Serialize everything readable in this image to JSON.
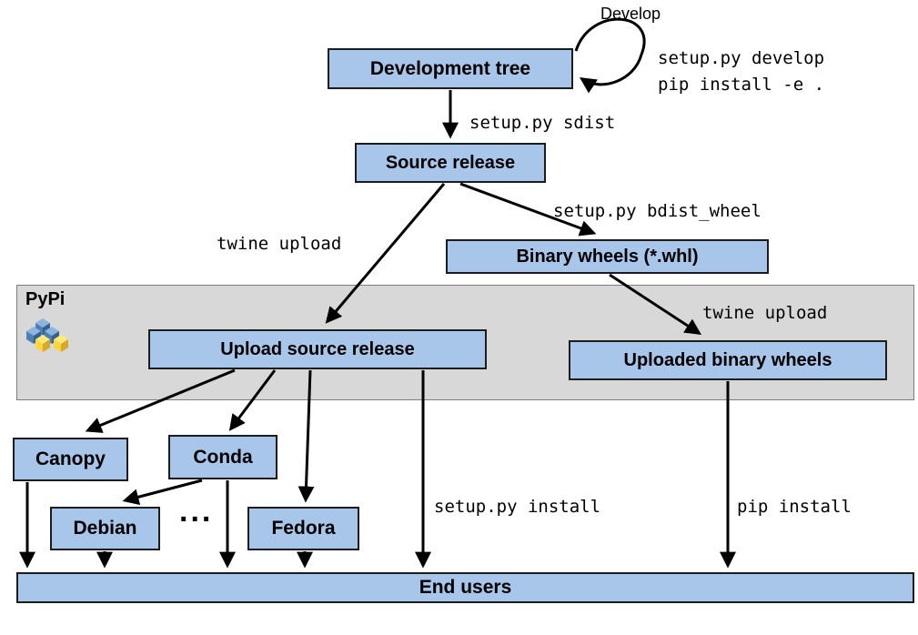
{
  "nodes": {
    "development_tree": "Development tree",
    "source_release": "Source release",
    "binary_wheels": "Binary wheels (*.whl)",
    "upload_source_release": "Upload source release",
    "uploaded_binary_wheels": "Uploaded binary wheels",
    "canopy": "Canopy",
    "conda": "Conda",
    "debian": "Debian",
    "fedora": "Fedora",
    "end_users": "End users",
    "ellipsis": "..."
  },
  "labels": {
    "develop": "Develop",
    "develop_commands": "setup.py develop\npip install -e .",
    "sdist": "setup.py sdist",
    "bdist_wheel": "setup.py bdist_wheel",
    "twine_upload_source": "twine upload",
    "twine_upload_wheels": "twine upload",
    "setup_install": "setup.py install",
    "pip_install": "pip install",
    "pypi": "PyPi"
  },
  "colors": {
    "node_fill": "#a8c5ea",
    "node_border": "#1c1c1c",
    "band_fill": "#d8d8d8",
    "band_border": "#7d7d7d",
    "arrow": "#000000"
  }
}
